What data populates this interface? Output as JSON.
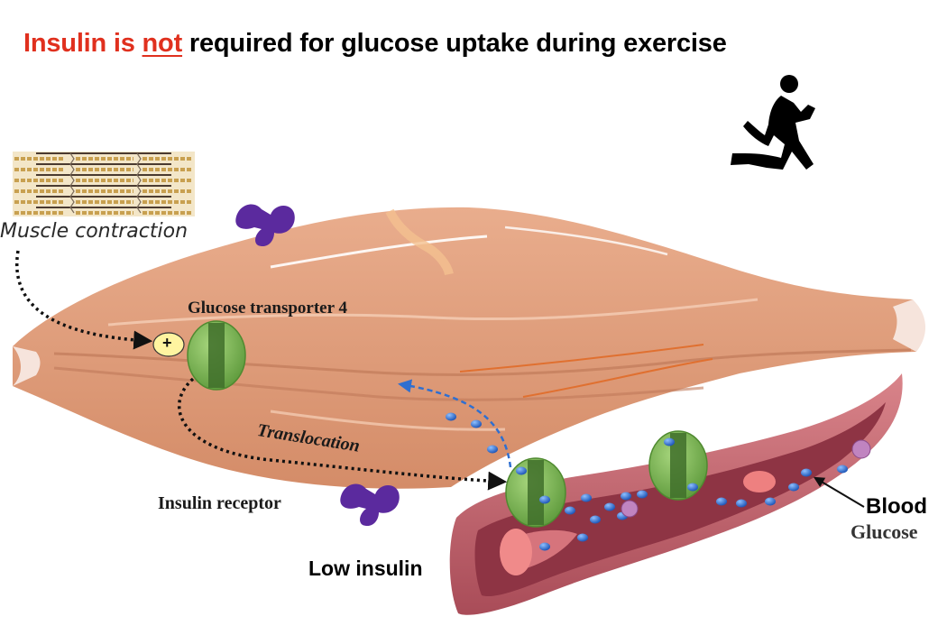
{
  "title": {
    "part1": "Insulin is",
    "emphasis": "not",
    "part2": "required for glucose uptake during exercise"
  },
  "labels": {
    "muscle_contraction": "Muscle contraction",
    "glut4": "Glucose transporter 4",
    "translocation": "Translocation",
    "insulin_receptor": "Insulin receptor",
    "low_insulin": "Low insulin",
    "blood": "Blood",
    "glucose": "Glucose",
    "plus_sign": "+"
  },
  "icons": [
    "runner-icon",
    "myofibril-icon",
    "insulin-receptor-icon",
    "glut4-transporter-icon",
    "glucose-molecule-icon"
  ],
  "colors": {
    "title_red": "#e0301e",
    "muscle": "#e2a07e",
    "glut4_green": "#7cb554",
    "glucose_blue": "#2f6fd0",
    "receptor_purple": "#5b2a9e",
    "vessel": "#c96870",
    "arrow_black": "#111111",
    "arrow_blue": "#2f6fd0"
  }
}
